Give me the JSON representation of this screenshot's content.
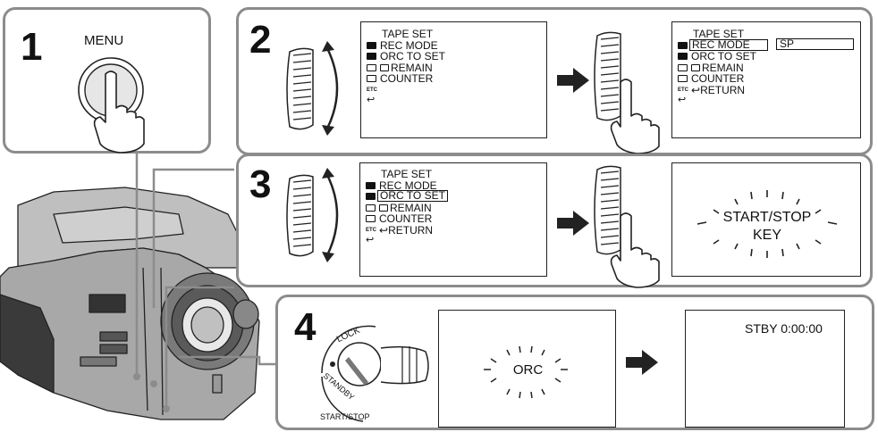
{
  "steps": {
    "step1": {
      "number": "1",
      "button_label": "MENU"
    },
    "step2": {
      "number": "2"
    },
    "step3": {
      "number": "3"
    },
    "step4": {
      "number": "4",
      "lock_label": "LOCK",
      "standby_label": "STANDBY",
      "startstop_label": "START/STOP"
    }
  },
  "menu_screens": {
    "title": "TAPE SET",
    "items": [
      "REC MODE",
      "ORC TO SET",
      "REMAIN",
      "COUNTER"
    ],
    "return_label": "RETURN",
    "etc_label": "ETC",
    "sp_value": "SP"
  },
  "step3_display": {
    "line1": "START/STOP",
    "line2": "KEY"
  },
  "step4_display": {
    "orc_label": "ORC",
    "standby_counter": "STBY 0:00:00"
  },
  "icons": [
    "menu-button-icon",
    "finger-press-icon",
    "control-dial-icon",
    "rotate-arrow-icon",
    "right-arrow-icon",
    "power-switch-icon",
    "camcorder-icon"
  ]
}
